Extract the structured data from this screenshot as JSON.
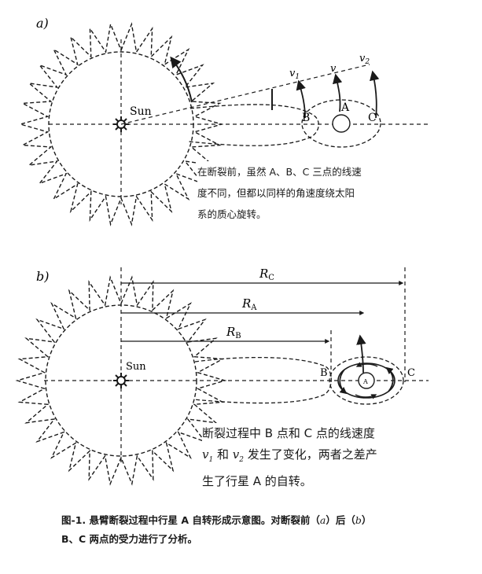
{
  "panel_a": {
    "label": "a)",
    "sun_label": "Sun",
    "point_labels": {
      "b": "B",
      "a": "A",
      "c": "C"
    },
    "velocity_labels": {
      "v1": "v",
      "v1_sub": "1",
      "v": "v",
      "v2": "v",
      "v2_sub": "2"
    },
    "note": [
      "在断裂前，虽然 A、B、C 三点的线速",
      "度不同，但都以同样的角速度绕太阳",
      "系的质心旋转。"
    ]
  },
  "panel_b": {
    "label": "b)",
    "sun_label": "Sun",
    "point_labels": {
      "b": "B",
      "a": "A",
      "c": "C"
    },
    "distance_labels": {
      "rc": "R",
      "rc_sub": "C",
      "ra": "R",
      "ra_sub": "A",
      "rb": "R",
      "rb_sub": "B"
    },
    "note_lines": {
      "line1": "断裂过程中 B 点和 C 点的线速度",
      "line2_v1": "v",
      "line2_v1_sub": "1",
      "line2_and": " 和 ",
      "line2_v2": "v",
      "line2_v2_sub": "2",
      "line2_rest": "发生了变化，两者之差产",
      "line3": "生了行星 A 的自转。"
    }
  },
  "caption": {
    "prefix": "图-1. 悬臂断裂过程中行星 A 自转形成示意图。对断裂前（",
    "a": "a",
    "mid": "）后（",
    "b": "b",
    "suffix": "）",
    "line2": "B、C 两点的受力进行了分析。"
  }
}
